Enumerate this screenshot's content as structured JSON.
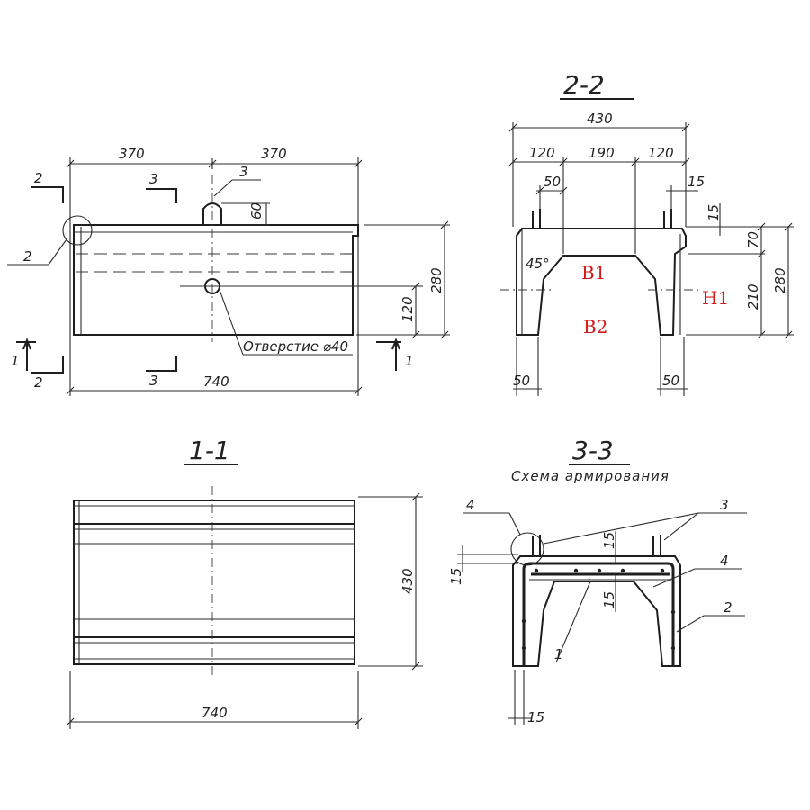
{
  "views": {
    "front": {
      "dims": {
        "left_half": "370",
        "right_half": "370",
        "total_length": "740",
        "height": "280",
        "hole_height": "120",
        "loop_height": "60"
      },
      "labels": {
        "section_2_top": "2",
        "section_2_bottom": "2",
        "section_3_top": "3",
        "section_3_bottom": "3",
        "section_1_left": "1",
        "section_1_right": "1",
        "loop_item": "3",
        "detail_item": "2",
        "hole_note": "Отверстие ⌀40"
      }
    },
    "section_2_2": {
      "title": "2-2",
      "dims": {
        "total_width": "430",
        "left_segment": "120",
        "middle_segment": "190",
        "right_segment": "120",
        "top_offset": "50",
        "edge_15a": "15",
        "edge_15b": "15",
        "height_70": "70",
        "height_210": "210",
        "height_280": "280",
        "leg_left": "50",
        "leg_right": "50",
        "angle": "45°"
      },
      "labels": {
        "b1": "B1",
        "b2": "B2",
        "h1": "H1"
      }
    },
    "section_1_1": {
      "title": "1-1",
      "dims": {
        "length": "740",
        "width": "430"
      }
    },
    "section_3_3": {
      "title": "3-3",
      "subtitle": "Схема армирования",
      "dims": {
        "top_15": "15",
        "left_15": "15",
        "mid_15": "15",
        "bottom_15": "15"
      },
      "labels": {
        "item_4_top": "4",
        "item_3": "3",
        "item_4_right": "4",
        "item_2": "2",
        "item_1": "1"
      }
    }
  }
}
